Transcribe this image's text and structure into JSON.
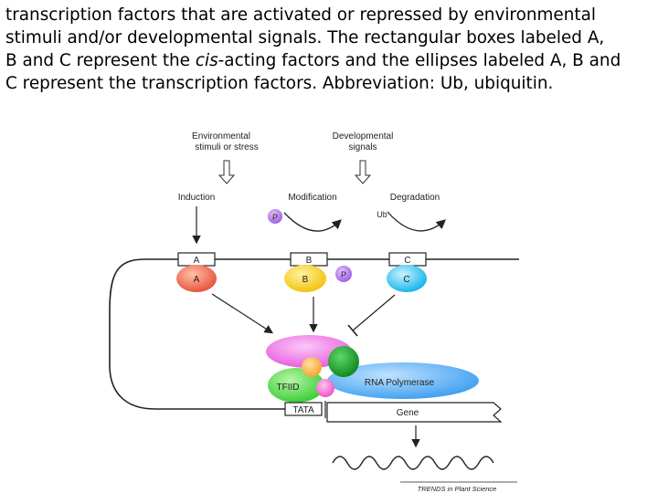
{
  "caption": {
    "line1": "transcription factors that are activated or repressed by environmental",
    "line2": "stimuli and/or developmental signals. The rectangular boxes labeled A,",
    "line3_pre": "B and C represent the ",
    "line3_italic": "cis",
    "line3_post": "-acting factors and the ellipses labeled A, B and",
    "line4": "C represent the transcription factors. Abbreviation: Ub, ubiquitin."
  },
  "figure": {
    "env_line1": "Environmental",
    "env_line2": "stimuli or stress",
    "dev_line1": "Developmental",
    "dev_line2": "signals",
    "induction": "Induction",
    "modification": "Modification",
    "degradation": "Degradation",
    "p_label": "P",
    "ub_label": "Ub",
    "box_a": "A",
    "box_b": "B",
    "box_c": "C",
    "tf_a": "A",
    "tf_b": "B",
    "tf_c": "C",
    "tf_b_p": "P",
    "tfiid": "TFIID",
    "rna_pol": "RNA Polymerase",
    "tata": "TATA",
    "gene": "Gene",
    "credit": "TRENDS in Plant Science"
  },
  "colors": {
    "tf_a": "#e8543c",
    "tf_b": "#f2c40f",
    "tf_c": "#1ab6ea",
    "phosphate": "#a15ee3",
    "mediator": "#e85ee0",
    "tfiid": "#3ccf38",
    "rna_pol": "#3a9df0",
    "green_dark": "#1a9a28",
    "orange": "#f2a630",
    "pink_small": "#f055c8"
  }
}
